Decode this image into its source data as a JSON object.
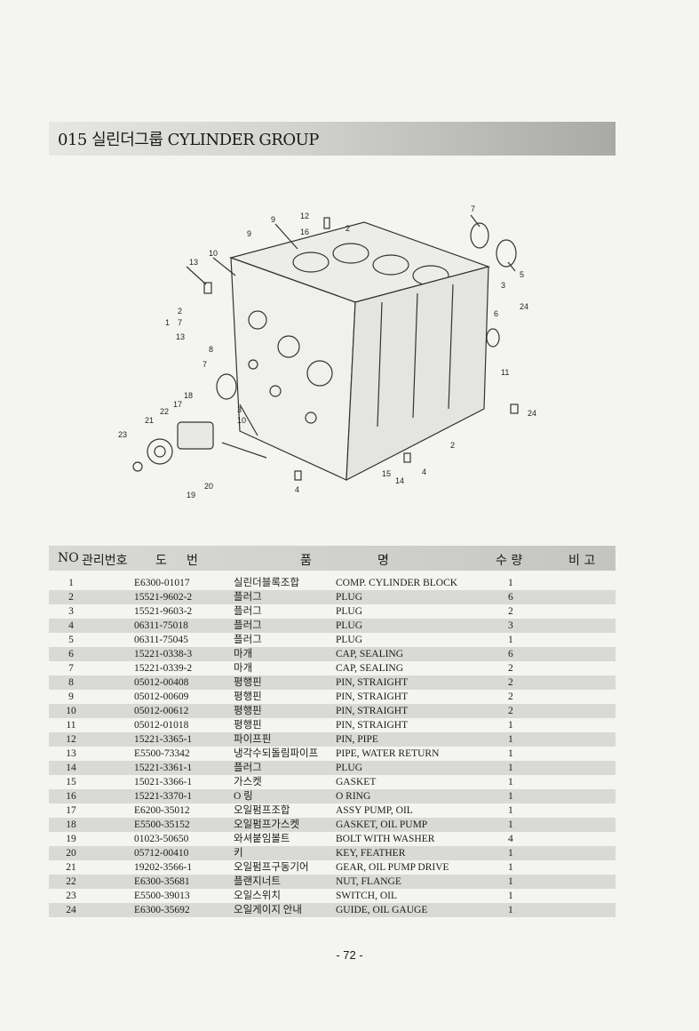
{
  "header": {
    "title": "015 실린더그룹  CYLINDER GROUP"
  },
  "table": {
    "headers": {
      "no": "NO",
      "code": "관리번호",
      "drawing1": "도",
      "drawing2": "번",
      "name1": "품",
      "name2": "명",
      "qty": "수 량",
      "note": "비 고"
    },
    "rows": [
      {
        "no": "1",
        "code": "E6300-01017",
        "ko": "실린더블록조합",
        "en": "COMP. CYLINDER BLOCK",
        "qty": "1"
      },
      {
        "no": "2",
        "code": "15521-9602-2",
        "ko": "플러그",
        "en": "PLUG",
        "qty": "6"
      },
      {
        "no": "3",
        "code": "15521-9603-2",
        "ko": "플러그",
        "en": "PLUG",
        "qty": "2"
      },
      {
        "no": "4",
        "code": "06311-75018",
        "ko": "플러그",
        "en": "PLUG",
        "qty": "3"
      },
      {
        "no": "5",
        "code": "06311-75045",
        "ko": "플러그",
        "en": "PLUG",
        "qty": "1"
      },
      {
        "no": "6",
        "code": "15221-0338-3",
        "ko": "마개",
        "en": "CAP, SEALING",
        "qty": "6"
      },
      {
        "no": "7",
        "code": "15221-0339-2",
        "ko": "마개",
        "en": "CAP, SEALING",
        "qty": "2"
      },
      {
        "no": "8",
        "code": "05012-00408",
        "ko": "평행핀",
        "en": "PIN, STRAIGHT",
        "qty": "2"
      },
      {
        "no": "9",
        "code": "05012-00609",
        "ko": "평행핀",
        "en": "PIN, STRAIGHT",
        "qty": "2"
      },
      {
        "no": "10",
        "code": "05012-00612",
        "ko": "평행핀",
        "en": "PIN, STRAIGHT",
        "qty": "2"
      },
      {
        "no": "11",
        "code": "05012-01018",
        "ko": "평행핀",
        "en": "PIN, STRAIGHT",
        "qty": "1"
      },
      {
        "no": "12",
        "code": "15221-3365-1",
        "ko": "파이프핀",
        "en": "PIN, PIPE",
        "qty": "1"
      },
      {
        "no": "13",
        "code": "E5500-73342",
        "ko": "냉각수되돌림파이프",
        "en": "PIPE, WATER RETURN",
        "qty": "1"
      },
      {
        "no": "14",
        "code": "15221-3361-1",
        "ko": "플러그",
        "en": "PLUG",
        "qty": "1"
      },
      {
        "no": "15",
        "code": "15021-3366-1",
        "ko": "가스켓",
        "en": "GASKET",
        "qty": "1"
      },
      {
        "no": "16",
        "code": "15221-3370-1",
        "ko": "O 링",
        "en": "O RING",
        "qty": "1"
      },
      {
        "no": "17",
        "code": "E6200-35012",
        "ko": "오일펌프조합",
        "en": "ASSY PUMP, OIL",
        "qty": "1"
      },
      {
        "no": "18",
        "code": "E5500-35152",
        "ko": "오일펌프가스켓",
        "en": "GASKET, OIL PUMP",
        "qty": "1"
      },
      {
        "no": "19",
        "code": "01023-50650",
        "ko": "와셔붙임볼트",
        "en": "BOLT WITH WASHER",
        "qty": "4"
      },
      {
        "no": "20",
        "code": "05712-00410",
        "ko": "키",
        "en": "KEY, FEATHER",
        "qty": "1"
      },
      {
        "no": "21",
        "code": "19202-3566-1",
        "ko": "오일펌프구동기어",
        "en": "GEAR, OIL PUMP DRIVE",
        "qty": "1"
      },
      {
        "no": "22",
        "code": "E6300-35681",
        "ko": "플랜지너트",
        "en": "NUT, FLANGE",
        "qty": "1"
      },
      {
        "no": "23",
        "code": "E5500-39013",
        "ko": "오일스위치",
        "en": "SWITCH, OIL",
        "qty": "1"
      },
      {
        "no": "24",
        "code": "E6300-35692",
        "ko": "오일게이지 안내",
        "en": "GUIDE, OIL GAUGE",
        "qty": "1"
      }
    ]
  },
  "diagram": {
    "callouts": [
      "12",
      "9",
      "16",
      "2",
      "9",
      "7",
      "10",
      "13",
      "5",
      "3",
      "24",
      "2",
      "1",
      "7",
      "13",
      "6",
      "8",
      "11",
      "7",
      "18",
      "17",
      "3",
      "10",
      "24",
      "22",
      "21",
      "23",
      "2",
      "4",
      "15",
      "14",
      "20",
      "19",
      "4"
    ]
  },
  "footer": {
    "page": "- 72 -"
  }
}
